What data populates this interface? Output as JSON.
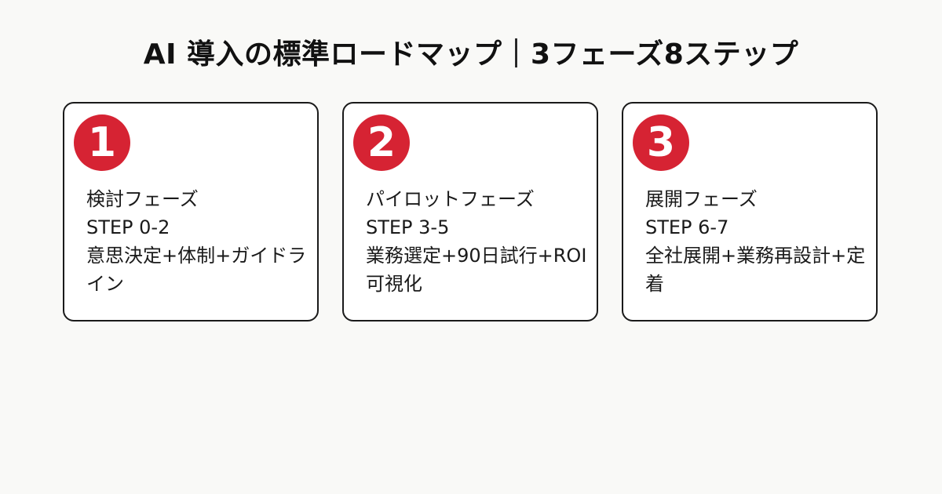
{
  "title": "AI 導入の標準ロードマップ｜3フェーズ8ステップ",
  "phases": [
    {
      "number": "1",
      "name": "検討フェーズ",
      "steps": "STEP 0-2",
      "description": "意思決定+体制+ガイドライン"
    },
    {
      "number": "2",
      "name": "パイロットフェーズ",
      "steps": "STEP 3-5",
      "description": "業務選定+90日試行+ROI可視化"
    },
    {
      "number": "3",
      "name": "展開フェーズ",
      "steps": "STEP 6-7",
      "description": "全社展開+業務再設計+定着"
    }
  ],
  "colors": {
    "background": "#f9f9f7",
    "badge": "#d62333",
    "border": "#1a1a1a",
    "text": "#111111"
  }
}
